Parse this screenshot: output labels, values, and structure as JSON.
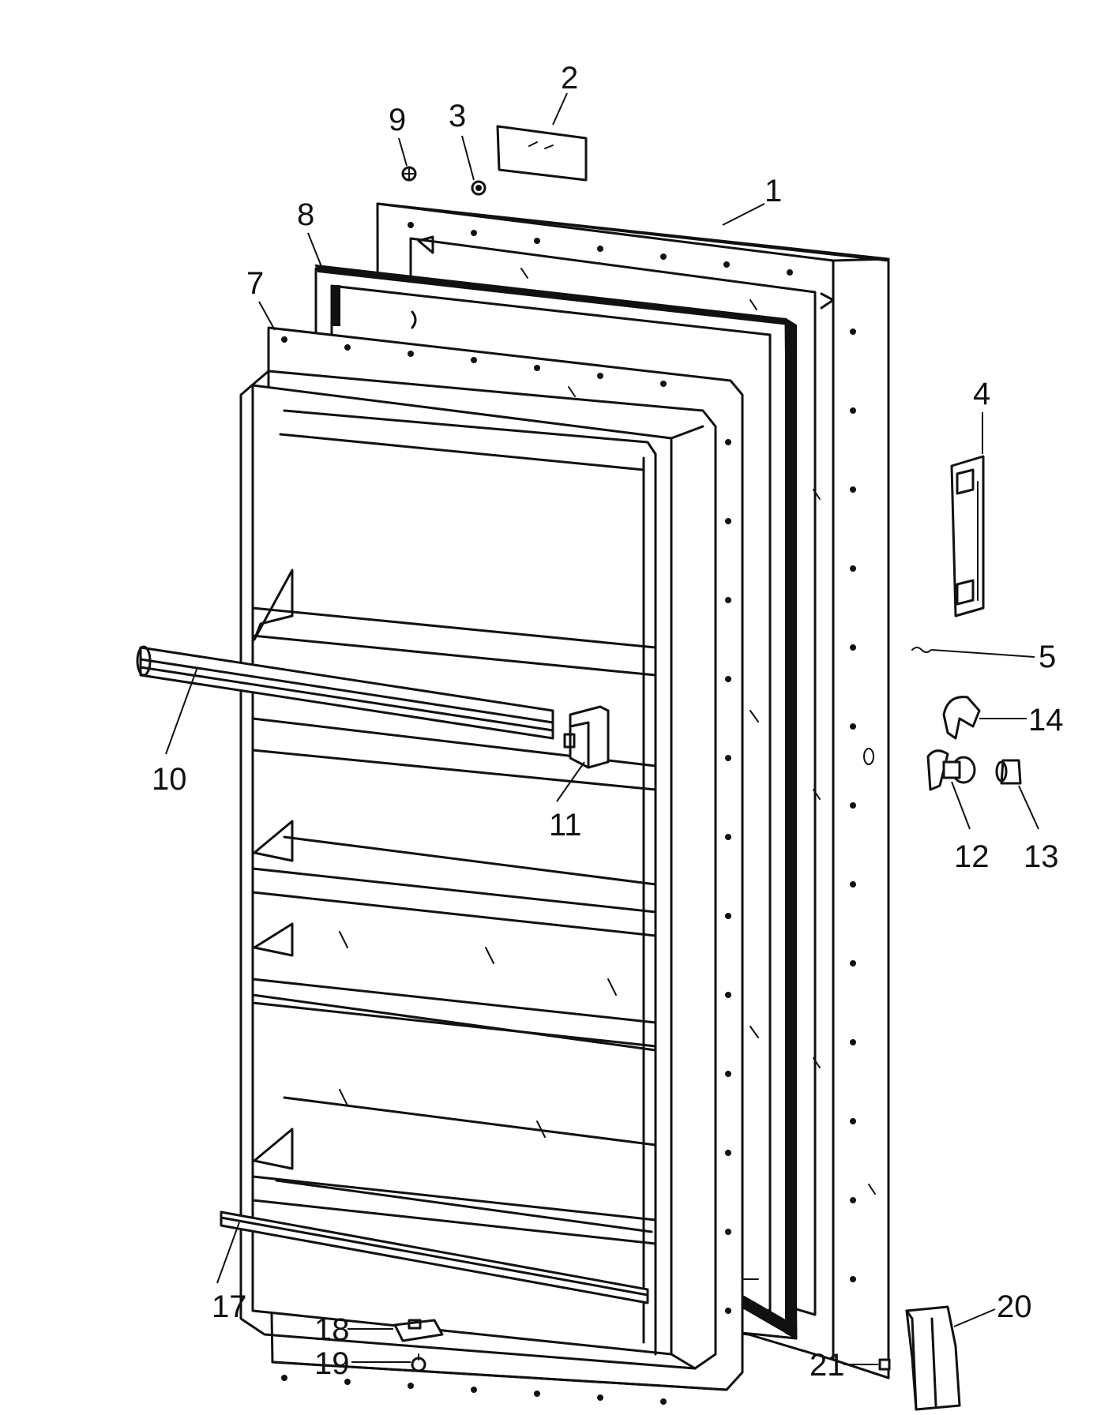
{
  "diagram": {
    "callouts": [
      {
        "id": "1",
        "label": "1"
      },
      {
        "id": "2",
        "label": "2"
      },
      {
        "id": "3",
        "label": "3"
      },
      {
        "id": "4",
        "label": "4"
      },
      {
        "id": "5",
        "label": "5"
      },
      {
        "id": "7",
        "label": "7"
      },
      {
        "id": "8",
        "label": "8"
      },
      {
        "id": "9",
        "label": "9"
      },
      {
        "id": "10",
        "label": "10"
      },
      {
        "id": "11",
        "label": "11"
      },
      {
        "id": "12",
        "label": "12"
      },
      {
        "id": "13",
        "label": "13"
      },
      {
        "id": "14",
        "label": "14"
      },
      {
        "id": "17",
        "label": "17"
      },
      {
        "id": "18",
        "label": "18"
      },
      {
        "id": "19",
        "label": "19"
      },
      {
        "id": "20",
        "label": "20"
      },
      {
        "id": "21",
        "label": "21"
      }
    ]
  }
}
